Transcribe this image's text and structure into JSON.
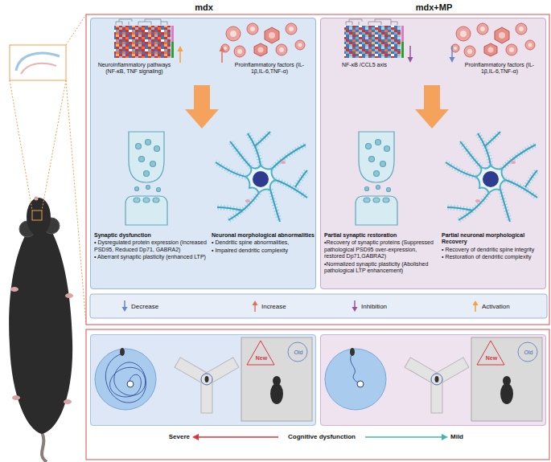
{
  "diagram": {
    "nodes": [
      {
        "text": [
          "mdx",
          "Neuroinflammatory pathways (NF-κB, TNF signaling)",
          "Proinflammatory factors (IL-1β,IL-6,TNF-α)",
          "Synaptic dysfunction",
          "• Dysregulated protein expression (Increased PSD95, Reduced Dp71, GABRA2)",
          "• Aberrant synaptic plasticity (enhanced LTP)",
          "Neuronal morphological abnormalities",
          "• Dendritic spine abnormalities,",
          "• Impaired dendritic complexity"
        ]
      },
      {
        "text": [
          "mdx+MP",
          "NF-κB /CCL5 axis",
          "Proinflammatory factors (IL-1β,IL-6,TNF-α)",
          "Partial synaptic restoration",
          "•Recovery of synaptic proteins (Suppressed pathological PSD95 over-expression, restored Dp71,GABRA2)",
          "•Normalized synaptic plasticity (Abolished pathological LTP enhancement)",
          "Partial neuronal morphological Recovery",
          "• Recovery of dendritic spine integrity",
          "• Restoration of dendritic complexity"
        ]
      },
      {
        "text": [
          "New",
          "Old"
        ]
      },
      {
        "text": [
          "New",
          "Old"
        ]
      }
    ],
    "labels": [
      "Severe",
      "Cognitive dysfunction",
      "Mild"
    ],
    "legend": [
      {
        "text": "Decrease"
      },
      {
        "text": "Increase"
      },
      {
        "text": "Inhibition"
      },
      {
        "text": "Activation"
      }
    ]
  }
}
